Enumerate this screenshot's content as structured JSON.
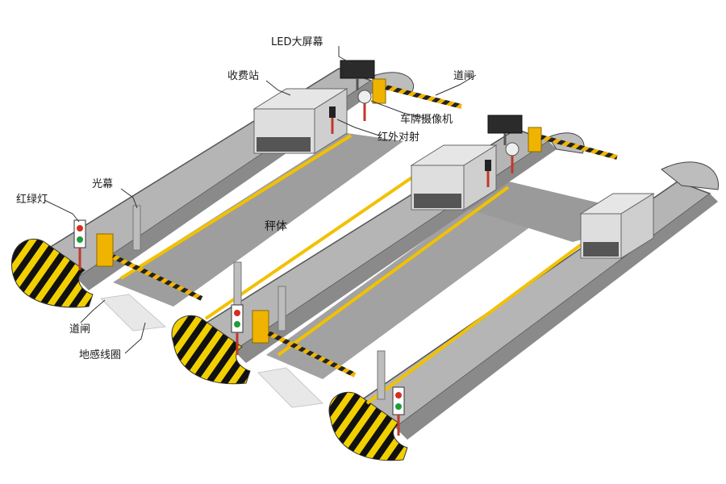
{
  "labels": {
    "led_screen": "LED大屏幕",
    "toll_booth": "收费站",
    "barrier_top": "道闸",
    "plate_camera": "车牌摄像机",
    "infrared": "红外对射",
    "light_curtain": "光幕",
    "traffic_light": "红绿灯",
    "scale_body": "秤体",
    "barrier_bottom": "道闸",
    "ground_loop": "地感线圈"
  },
  "colors": {
    "island": "#a9a9a9",
    "island_top": "#c4c4c4",
    "lane": "#9c9c9c",
    "stripe": "#f2c100",
    "barrier": "#f0b400",
    "booth_glass": "#d9d9d9",
    "led": "#2b2b2b"
  }
}
